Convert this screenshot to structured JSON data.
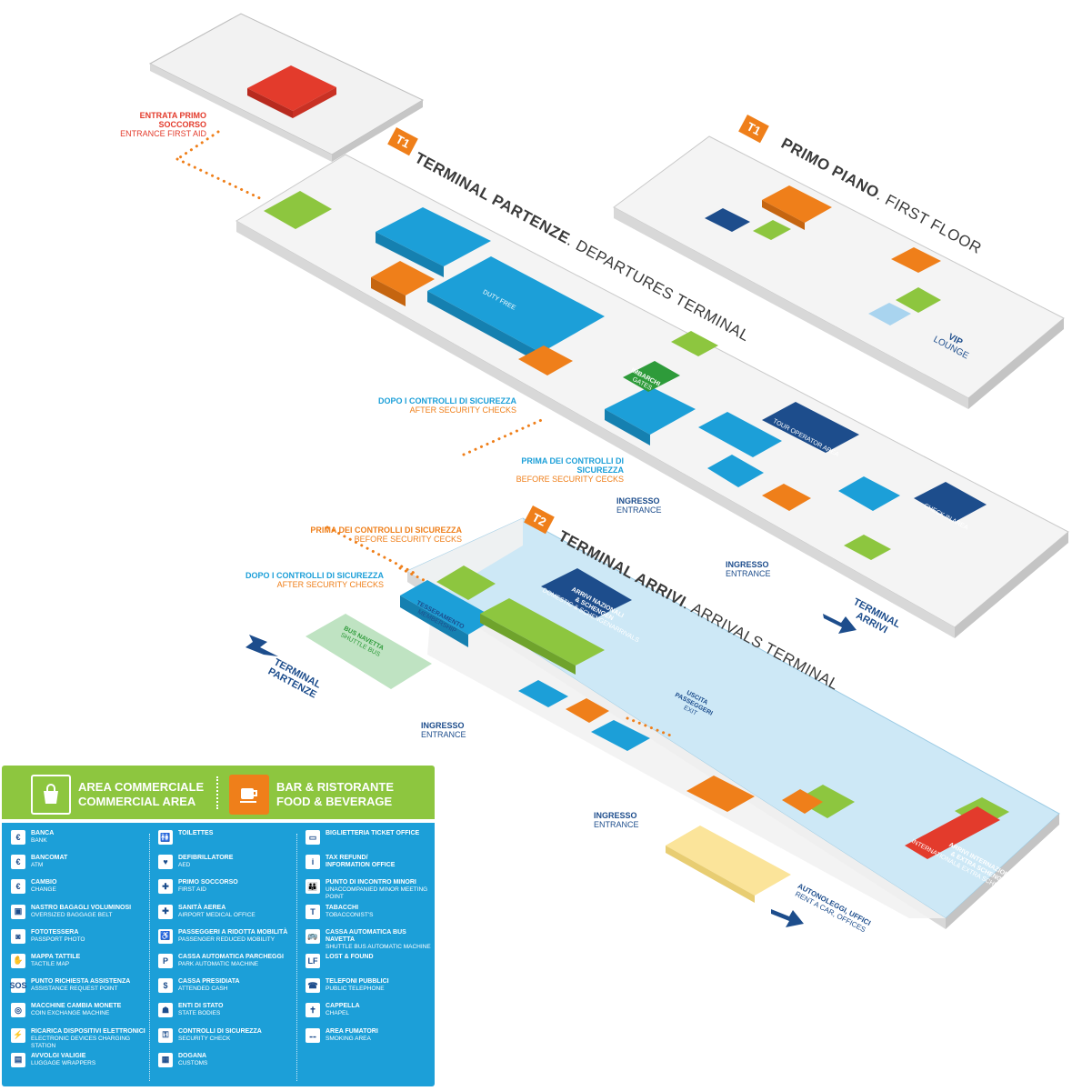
{
  "labels": {
    "first_aid_it": "ENTRATA PRIMO SOCCORSO",
    "first_aid_en": "ENTRANCE FIRST AID",
    "after_sec_it_1": "DOPO I CONTROLLI DI SICUREZZA",
    "after_sec_en_1": "AFTER SECURITY CHECKS",
    "before_sec_it_1": "PRIMA DEI CONTROLLI DI SICUREZZA",
    "before_sec_en_1": "BEFORE SECURITY CECKS",
    "before_sec_it_2": "PRIMA DEI CONTROLLI DI SICUREZZA",
    "before_sec_en_2": "BEFORE SECURITY CECKS",
    "after_sec_it_2": "DOPO I CONTROLLI DI SICUREZZA",
    "after_sec_en_2": "AFTER SECURITY CHECKS",
    "ingresso": "INGRESSO",
    "entrance": "ENTRANCE"
  },
  "t1": {
    "badge": "T1",
    "title_it": "TERMINAL PARTENZE",
    "title_en": ". DEPARTURES TERMINAL",
    "duty_free": "DUTY FREE",
    "imbarchi": "IMBARCHI",
    "gates": "GATES",
    "tour_operator": "TOUR OPERATOR AREA",
    "check_in": "CHECK IN AREA"
  },
  "t1_first": {
    "badge": "T1",
    "title_it": "PRIMO PIANO",
    "title_en": ". FIRST FLOOR",
    "vip": "VIP",
    "lounge": "LOUNGE"
  },
  "t2": {
    "badge": "T2",
    "title_it": "TERMINAL ARRIVI",
    "title_en": ". ARRIVALS TERMINAL",
    "arrivi_naz_1": "ARRIVI NAZIONALI",
    "arrivi_naz_2": "& SCHENGEN",
    "arrivi_naz_3": "DOMESTIC & SCHENGEN",
    "arrivi_naz_4": "ARRIVALS",
    "tesseramento": "TESSERAMENTO",
    "membership": "MEMBERSHIP",
    "uscita_1": "USCITA",
    "uscita_2": "PASSEGGERI",
    "uscita_3": "EXIT",
    "arrivi_int_1": "ARRIVI INTERNAZIONALI",
    "arrivi_int_2": "& EXTRA SCHENGEN",
    "arrivi_int_3": "INTERNATIONAL",
    "arrivi_int_4": "& EXTRA SCHENGEN",
    "arrivi_int_5": "ARRIVALS"
  },
  "directions": {
    "terminal_arrivi_1": "TERMINAL",
    "terminal_arrivi_2": "ARRIVI",
    "terminal_partenze_1": "TERMINAL",
    "terminal_partenze_2": "PARTENZE",
    "bus_navetta": "BUS NAVETTA",
    "shuttle_bus": "SHUTTLE BUS",
    "autonoleggi_1": "AUTONOLEGGI, UFFICI",
    "autonoleggi_2": "RENT A CAR, OFFICES"
  },
  "legend": {
    "commercial_it": "AREA COMMERCIALE",
    "commercial_en": "COMMERCIAL AREA",
    "food_it": "BAR & RISTORANTE",
    "food_en": "FOOD & BEVERAGE",
    "col1": [
      {
        "it": "BANCA",
        "en": "BANK",
        "icon": "€"
      },
      {
        "it": "BANCOMAT",
        "en": "ATM",
        "icon": "€"
      },
      {
        "it": "CAMBIO",
        "en": "CHANGE",
        "icon": "€"
      },
      {
        "it": "NASTRO BAGAGLI VOLUMINOSI",
        "en": "OVERSIZED BAGGAGE BELT",
        "icon": "▣"
      },
      {
        "it": "FOTOTESSERA",
        "en": "PASSPORT PHOTO",
        "icon": "◙"
      },
      {
        "it": "MAPPA TATTILE",
        "en": "TACTILE MAP",
        "icon": "✋"
      },
      {
        "it": "PUNTO RICHIESTA ASSISTENZA",
        "en": "ASSISTANCE REQUEST POINT",
        "icon": "SOS"
      },
      {
        "it": "MACCHINE CAMBIA MONETE",
        "en": "COIN EXCHANGE MACHINE",
        "icon": "◎"
      },
      {
        "it": "RICARICA DISPOSITIVI ELETTRONICI",
        "en": "ELECTRONIC DEVICES CHARGING STATION",
        "icon": "⚡"
      },
      {
        "it": "AVVOLGI  VALIGIE",
        "en": "LUGGAGE WRAPPERS",
        "icon": "▤"
      }
    ],
    "col2": [
      {
        "it": "TOILETTES",
        "en": "",
        "icon": "🚻"
      },
      {
        "it": "DEFIBRILLATORE",
        "en": "AED",
        "icon": "♥"
      },
      {
        "it": "PRIMO SOCCORSO",
        "en": "FIRST AID",
        "icon": "✚"
      },
      {
        "it": "SANITÀ AEREA",
        "en": "AIRPORT MEDICAL OFFICE",
        "icon": "✚"
      },
      {
        "it": "PASSEGGERI A RIDOTTA MOBILITÀ",
        "en": "PASSENGER REDUCED MOBILITY",
        "icon": "♿"
      },
      {
        "it": "CASSA AUTOMATICA PARCHEGGI",
        "en": "PARK AUTOMATIC MACHINE",
        "icon": "P"
      },
      {
        "it": "CASSA PRESIDIATA",
        "en": "ATTENDED CASH",
        "icon": "$"
      },
      {
        "it": "ENTI DI STATO",
        "en": "STATE BODIES",
        "icon": "☗"
      },
      {
        "it": "CONTROLLI DI SICUREZZA",
        "en": "SECURITY CHECK",
        "icon": "⚿"
      },
      {
        "it": "DOGANA",
        "en": "CUSTOMS",
        "icon": "▦"
      }
    ],
    "col3": [
      {
        "it": "BIGLIETTERIA TICKET OFFICE",
        "en": "",
        "icon": "▭"
      },
      {
        "it": "TAX REFUND/",
        "en": "INFORMATION OFFICE",
        "icon": "i",
        "en_bold": true
      },
      {
        "it": "PUNTO DI INCONTRO MINORI",
        "en": "UNACCOMPANIED MINOR MEETING POINT",
        "icon": "👪"
      },
      {
        "it": "TABACCHI",
        "en": "TOBACCONIST'S",
        "icon": "T"
      },
      {
        "it": "CASSA AUTOMATICA BUS NAVETTA",
        "en": "SHUTTLE BUS AUTOMATIC MACHINE",
        "icon": "🚌"
      },
      {
        "it": "LOST & FOUND",
        "en": "",
        "icon": "LF"
      },
      {
        "it": "TELEFONI PUBBLICI",
        "en": "PUBLIC TELEPHONE",
        "icon": "☎"
      },
      {
        "it": "CAPPELLA",
        "en": "CHAPEL",
        "icon": "✝"
      },
      {
        "it": "AREA FUMATORI",
        "en": "SMOKING AREA",
        "icon": "⚋"
      }
    ]
  },
  "colors": {
    "shop_blue": "#1c9fd8",
    "food_orange": "#ef7f1a",
    "service_green": "#8dc63f",
    "arrivals_floor": "#cde8f6",
    "first_aid_red": "#e33b2c",
    "navy": "#1d4d8c"
  }
}
